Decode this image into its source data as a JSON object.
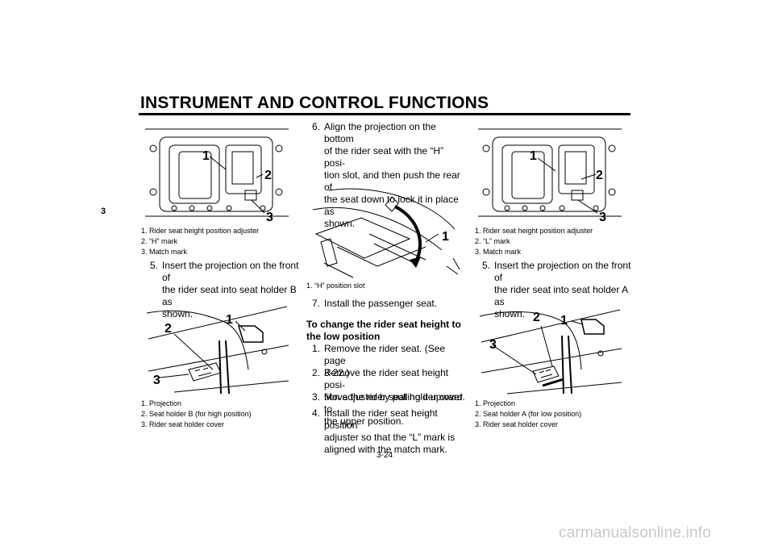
{
  "header": {
    "title": "INSTRUMENT AND CONTROL FUNCTIONS"
  },
  "chapter_tab": "3",
  "page_number": "3-24",
  "watermark": "carmanualsonline.info",
  "col1": {
    "fig1": {
      "callouts": [
        "1",
        "2",
        "3"
      ],
      "captions": [
        "1.  Rider seat height position adjuster",
        "2.  “H” mark",
        "3.  Match mark"
      ]
    },
    "step5": {
      "num": "5.",
      "lines": [
        "Insert the projection on the front of",
        "the rider seat into seat holder B as",
        "shown."
      ]
    },
    "fig2": {
      "callouts": [
        "1",
        "2",
        "3"
      ],
      "captions": [
        "1.  Projection",
        "2.  Seat holder B (for high position)",
        "3.  Rider seat holder cover"
      ]
    }
  },
  "col2": {
    "step6": {
      "num": "6.",
      "lines": [
        "Align the projection on the bottom",
        "of the rider seat with the “H” posi-",
        "tion slot, and then push the rear of",
        "the seat down to lock it in place as",
        "shown."
      ]
    },
    "fig3": {
      "callouts": [
        "1"
      ],
      "captions": [
        "1.  “H” position slot"
      ]
    },
    "step7": {
      "num": "7.",
      "lines": [
        "Install the passenger seat."
      ]
    },
    "heading": [
      "To change the rider seat height to",
      "the low position"
    ],
    "steps": [
      {
        "num": "1.",
        "lines": [
          "Remove the rider seat. (See page",
          "3-22.)"
        ]
      },
      {
        "num": "2.",
        "lines": [
          "Remove the rider seat height posi-",
          "tion adjuster by pulling it upward."
        ]
      },
      {
        "num": "3.",
        "lines": [
          "Move the rider seat holder cover to",
          "the upper position."
        ]
      },
      {
        "num": "4.",
        "lines": [
          "Install the rider seat height position",
          "adjuster so that the “L” mark is",
          "aligned with the match mark."
        ]
      }
    ]
  },
  "col3": {
    "fig4": {
      "callouts": [
        "1",
        "2",
        "3"
      ],
      "captions": [
        "1.  Rider seat height position adjuster",
        "2.  “L” mark",
        "3.  Match mark"
      ]
    },
    "step5": {
      "num": "5.",
      "lines": [
        "Insert the projection on the front of",
        "the rider seat into seat holder A as",
        "shown."
      ]
    },
    "fig5": {
      "callouts": [
        "2",
        "1",
        "3"
      ],
      "captions": [
        "1.  Projection",
        "2.  Seat holder A (for low position)",
        "3.  Rider seat holder cover"
      ]
    }
  }
}
